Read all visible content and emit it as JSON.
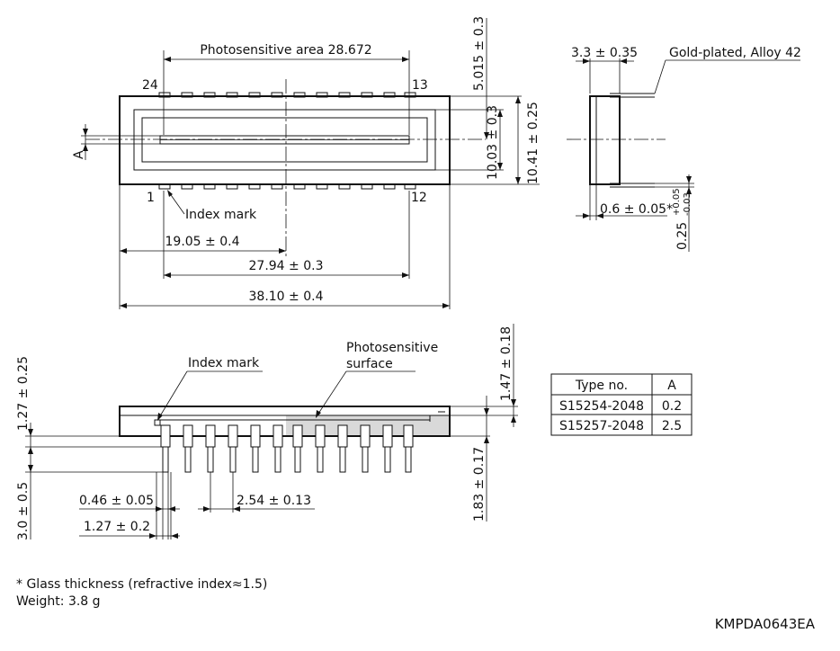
{
  "top_view": {
    "photosensitive_area": "Photosensitive area 28.672",
    "pin_24": "24",
    "pin_13": "13",
    "pin_1": "1",
    "pin_12": "12",
    "index_mark": "Index mark",
    "label_a": "A",
    "dim_height_5015": "5.015 ± 0.3",
    "dim_height_1003": "10.03 ± 0.3",
    "dim_height_1041": "10.41 ± 0.25",
    "dim_1905": "19.05 ± 0.4",
    "dim_2794": "27.94 ± 0.3",
    "dim_3810": "38.10 ± 0.4"
  },
  "side_view": {
    "dim_thickness": "3.3 ± 0.35",
    "lead_material": "Gold-plated, Alloy 42",
    "glass_dim": "0.6 ± 0.05*",
    "lead_thickness_base": "0.25",
    "lead_thickness_plus": "+0.05",
    "lead_thickness_minus": "-0.03"
  },
  "front_view": {
    "index_mark": "Index mark",
    "photosensitive_line1": "Photosensitive",
    "photosensitive_line2": "surface",
    "dim_127_025": "1.27 ± 0.25",
    "dim_30_05": "3.0 ± 0.5",
    "dim_046": "0.46 ± 0.05",
    "dim_127_02": "1.27 ± 0.2",
    "dim_254": "2.54 ± 0.13",
    "dim_147": "1.47 ± 0.18",
    "dim_183": "1.83 ± 0.17"
  },
  "type_table": {
    "headers": [
      "Type no.",
      "A"
    ],
    "rows": [
      [
        "S15254-2048",
        "0.2"
      ],
      [
        "S15257-2048",
        "2.5"
      ]
    ]
  },
  "footnotes": {
    "glass": "* Glass thickness (refractive index≈1.5)",
    "weight": "Weight: 3.8 g"
  },
  "drawing_code": "KMPDA0643EA"
}
